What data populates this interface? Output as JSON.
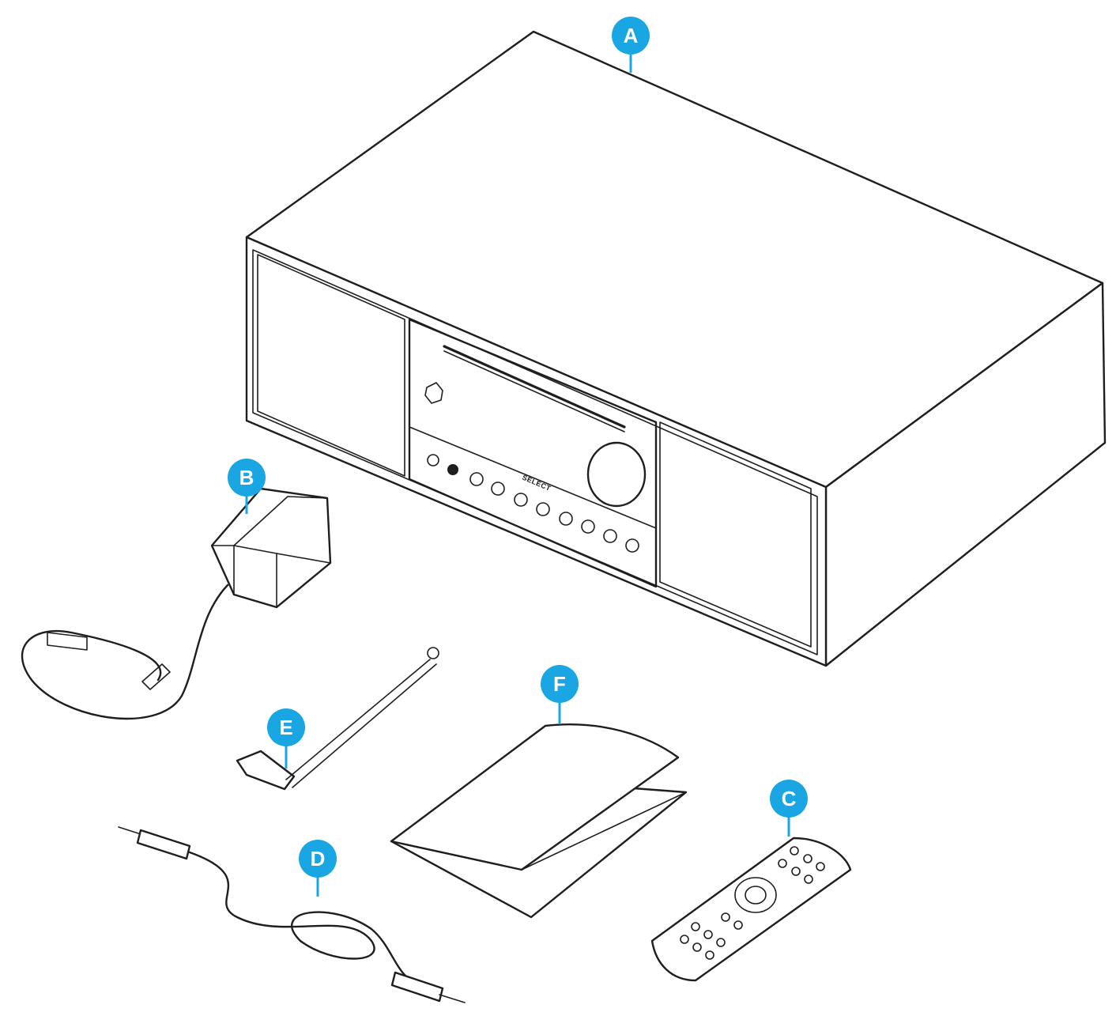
{
  "callouts": {
    "a": "A",
    "b": "B",
    "c": "C",
    "d": "D",
    "e": "E",
    "f": "F"
  },
  "unit": {
    "brand": "SELECT"
  },
  "colors": {
    "callout": "#1aa6e3",
    "line": "#1e1e1e",
    "background": "#ffffff"
  },
  "icons": {
    "a": "radio-unit-drawing",
    "b": "power-adapter-drawing",
    "c": "remote-control-drawing",
    "d": "audio-cable-drawing",
    "e": "antenna-drawing",
    "f": "manual-booklet-drawing"
  }
}
